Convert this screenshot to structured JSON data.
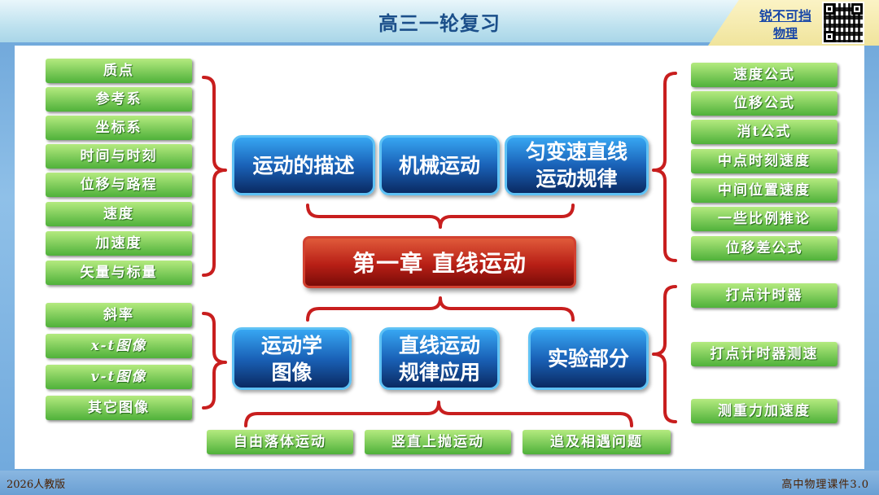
{
  "header": {
    "title": "高三一轮复习"
  },
  "brand": {
    "line1": "锐不可挡",
    "line2": "物理"
  },
  "center": {
    "label": "第一章 直线运动"
  },
  "top_topics": [
    {
      "label": "运动的描述"
    },
    {
      "label": "机械运动"
    },
    {
      "label": "匀变速直线\n运动规律"
    }
  ],
  "bottom_topics": [
    {
      "label": "运动学\n图像"
    },
    {
      "label": "直线运动\n规律应用"
    },
    {
      "label": "实验部分"
    }
  ],
  "left_top_items": [
    "质点",
    "参考系",
    "坐标系",
    "时间与时刻",
    "位移与路程",
    "速度",
    "加速度",
    "矢量与标量"
  ],
  "left_bottom_items": [
    "斜率",
    "x-t图像",
    "v-t图像",
    "其它图像"
  ],
  "right_top_items": [
    "速度公式",
    "位移公式",
    "消t公式",
    "中点时刻速度",
    "中间位置速度",
    "一些比例推论",
    "位移差公式"
  ],
  "right_bottom_items": [
    "打点计时器",
    "打点计时器测速",
    "测重力加速度"
  ],
  "bottom_items": [
    "自由落体运动",
    "竖直上抛运动",
    "追及相遇问题"
  ],
  "footer": {
    "left": "2026人教版",
    "right": "高中物理课件3.0"
  },
  "colors": {
    "brace": "#c81e1e",
    "green_top": "#b4ea7f",
    "green_bottom": "#4fb13a",
    "blue_border": "#5fc2f5",
    "red_box": "#b81f16"
  }
}
